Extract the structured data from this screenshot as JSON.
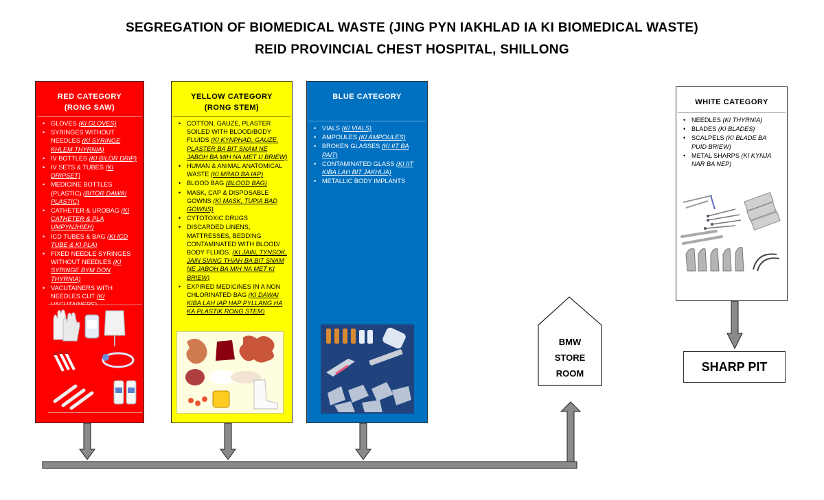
{
  "title": {
    "line1": "SEGREGATION OF BIOMEDICAL WASTE (JING PYN IAKHLAD IA KI BIOMEDICAL WASTE)",
    "line2": "REID PROVINCIAL CHEST HOSPITAL, SHILLONG"
  },
  "colors": {
    "red": "#ff0000",
    "yellow": "#ffff00",
    "blue": "#0070c0",
    "white": "#ffffff",
    "arrow": "#555555"
  },
  "red": {
    "heading1": "RED CATEGORY",
    "heading2": "(RONG SAW)",
    "items": [
      {
        "text": "GLOVES ",
        "local": "(KI GLOVES)"
      },
      {
        "text": "SYRINGES WITHOUT NEEDLES ",
        "local": "(KI  SYRINGE KHLEM THYRNIA)"
      },
      {
        "text": "IV BOTTLES ",
        "local": "(KI  BILOR DRIP)"
      },
      {
        "text": "IV SETS & TUBES ",
        "local": "(KI DRIPSET)"
      },
      {
        "text": "MEDICINE BOTTLES (PLASTIC) ",
        "local": "(BITOR DAWAI PLASTIC)"
      },
      {
        "text": "CATHETER & UROBAG ",
        "local": "(KI CATHETER & PLA UMPYNJHIEH)"
      },
      {
        "text": "ICD TUBES & BAG ",
        "local": "(KI ICD TUBE & KI PLA)"
      },
      {
        "text": "FIXED NEEDLE SYRINGES WITHOUT NEEDLES ",
        "local": "(KI SYRINGE BYM DON THYRNIA)"
      },
      {
        "text": "VACUTAINERS WITH NEEDLES CUT ",
        "local": "(KI VACUTAINERS)"
      }
    ]
  },
  "yellow": {
    "heading1": "YELLOW CATEGORY",
    "heading2": "(RONG STEM)",
    "items": [
      {
        "text": "COTTON, GAUZE, PLASTER SOILED WITH BLOOD/BODY FLUIDS ",
        "local": "(KI  KYNPHAD, GAUZE, PLASTER BA BIT SNAM NE JABOH BA MIH NA MET U BRIEW)"
      },
      {
        "text": "HUMAN & ANIMAL ANATOMICAL WASTE ",
        "local": "(KI MRAD BA IAP)"
      },
      {
        "text": "BLOOD BAG ",
        "local": "(BLOOD BAG)"
      },
      {
        "text": "MASK, CAP & DISPOSABLE GOWNS ",
        "local": "(KI  MASK, TUPIA BAD GOWNS)"
      },
      {
        "text": "CYTOTOXIC DRUGS",
        "local": ""
      },
      {
        "text": "DISCARDED LINENS, MATTRESSES, BEDDING CONTAMINATED WITH BLOOD/ BODY FLUIDS. ",
        "local": "(KI JAIN, TYNSOK, JAIN SIANG THIAH BA BIT SNAM NE JABOH BA MIH NA MET KI BRIEW)"
      },
      {
        "text": "EXPIRED MEDICINES IN A NON CHLORINATED BAG ",
        "local": "(KI DAWAI KIBA LAH IAP HAP PYLLANG HA KA PLASTIK RONG STEM)"
      }
    ]
  },
  "blue": {
    "heading1": "BLUE CATEGORY",
    "items": [
      {
        "text": "VIALS ",
        "local": "(KI VIALS)"
      },
      {
        "text": "AMPOULES ",
        "local": "(KI AMPOULES)"
      },
      {
        "text": "BROKEN GLASSES ",
        "local": "(KI IIT BA PAIT)"
      },
      {
        "text": "CONTAMINATED GLASS ",
        "local": "(KI IIT KIBA LAH BIT JAKHLIA)"
      },
      {
        "text": "METALLIC BODY IMPLANTS",
        "local": ""
      }
    ]
  },
  "white": {
    "heading1": "WHITE CATEGORY",
    "items": [
      {
        "text": "NEEDLES ",
        "italic": "(KI  THYRNIA)"
      },
      {
        "text": "BLADES ",
        "italic": "(KI  BLADES)"
      },
      {
        "text": "SCALPELS ",
        "italic": "(KI  BLADE BA PUID BRIEW)"
      },
      {
        "text": "METAL SHARPS ",
        "italic": "(KI  KYNJA NAR BA NEP)"
      }
    ]
  },
  "store": {
    "line1": "BMW",
    "line2": "STORE",
    "line3": "ROOM"
  },
  "sharp_pit": "SHARP PIT"
}
